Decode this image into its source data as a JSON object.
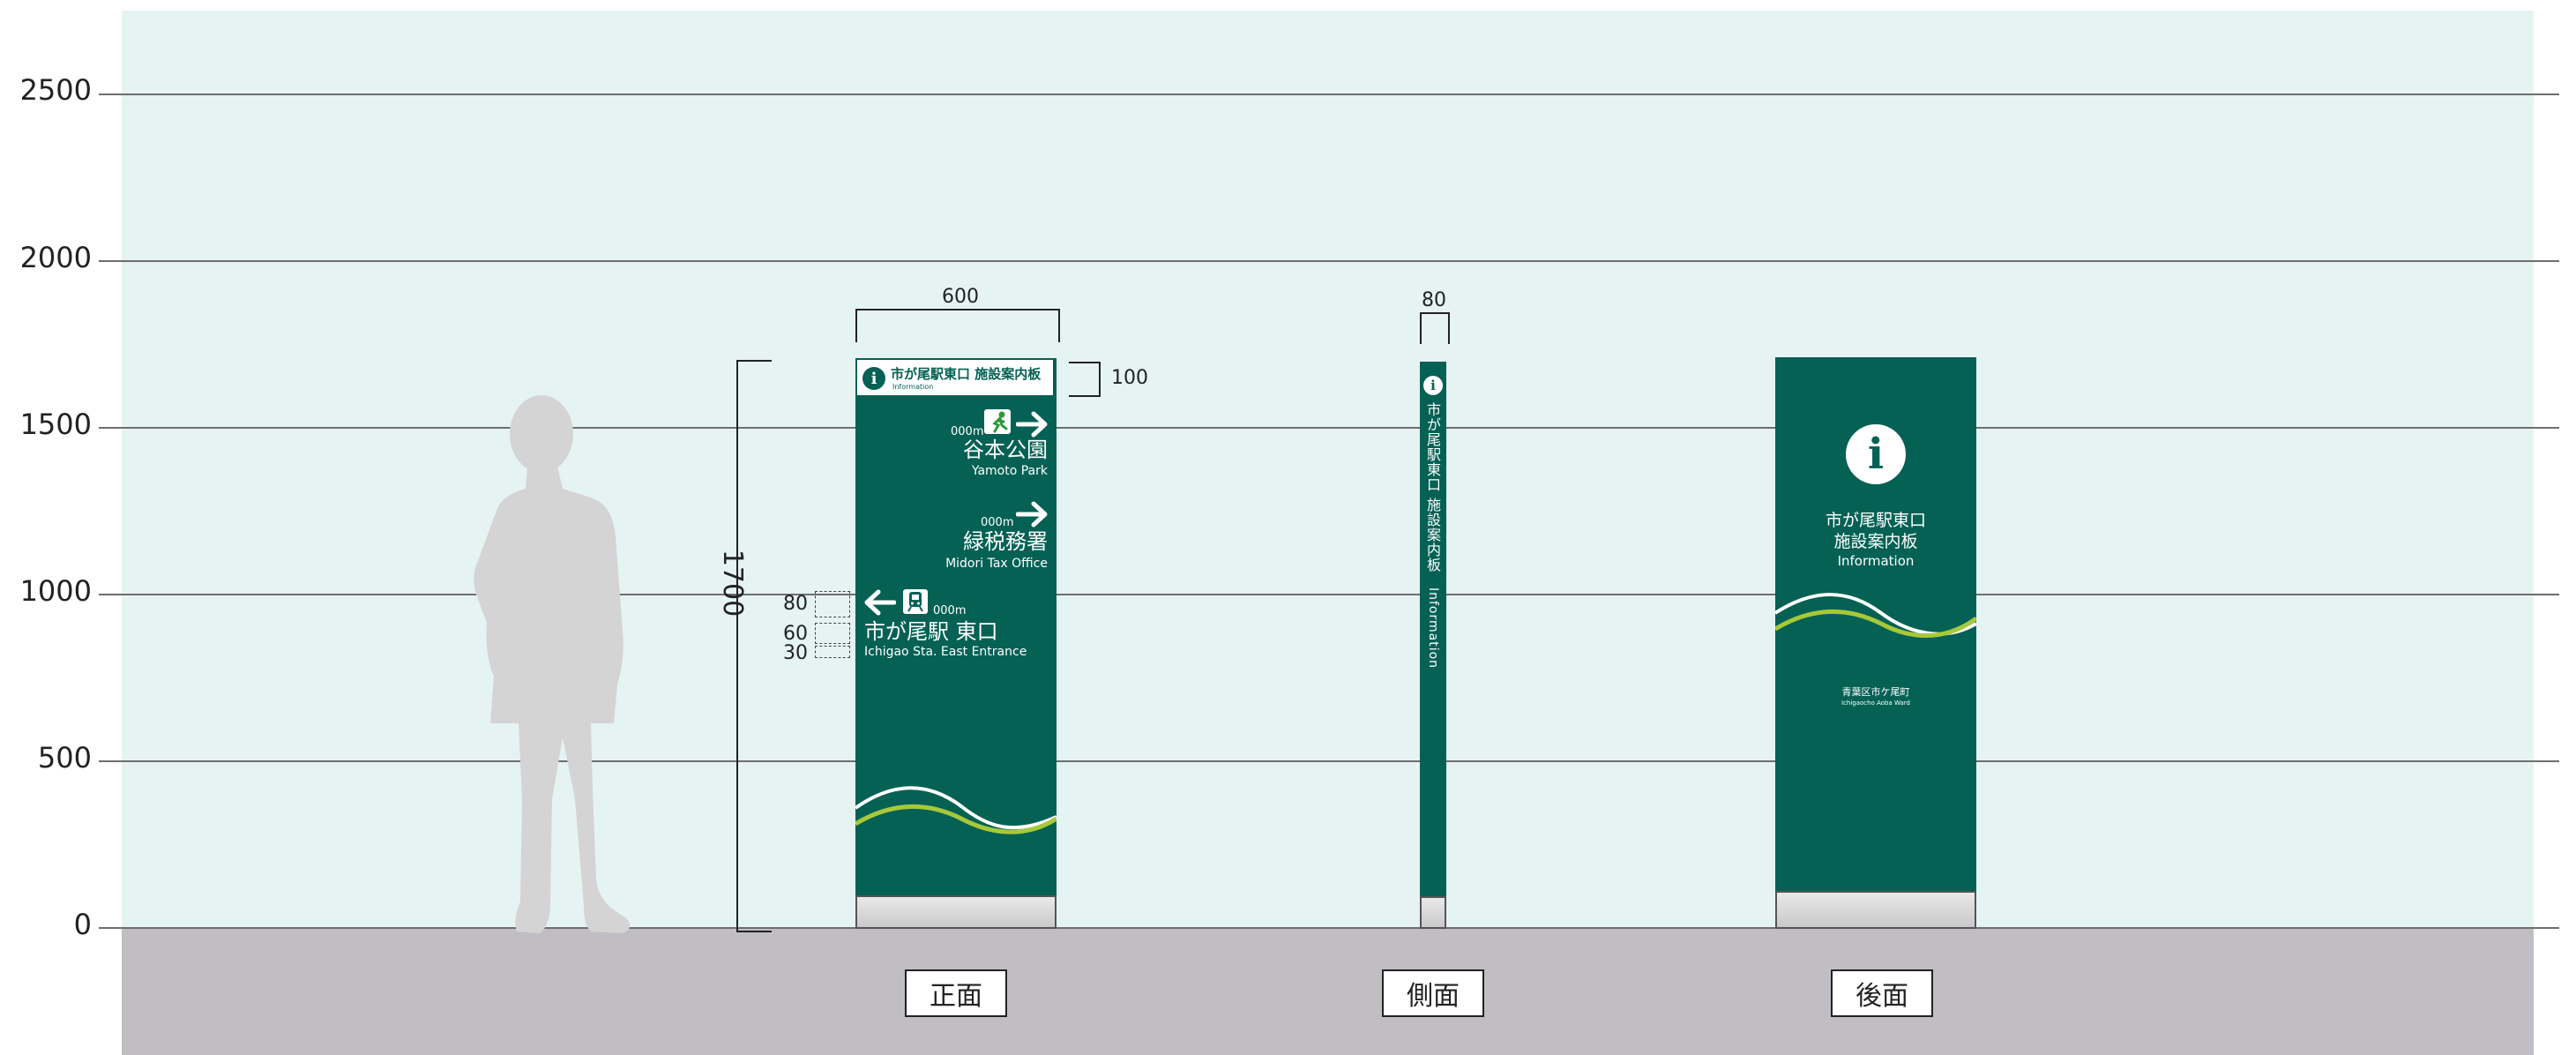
{
  "axis": {
    "ticks": [
      "2500",
      "2000",
      "1500",
      "1000",
      "500",
      "0"
    ]
  },
  "dimensions": {
    "front_width": "600",
    "side_width": "80",
    "header_height": "100",
    "total_height": "1700",
    "row_80": "80",
    "row_60": "60",
    "row_30": "30"
  },
  "front": {
    "header_title": "市が尾駅東口 施設案内板",
    "header_sub": "Information",
    "dest1": {
      "distance": "000m",
      "name_ja": "谷本公園",
      "name_en": "Yamoto Park",
      "pictogram": "park-walker-icon"
    },
    "dest2": {
      "distance": "000m",
      "name_ja": "緑税務署",
      "name_en": "Midori Tax Office"
    },
    "dest3": {
      "distance": "000m",
      "name_ja": "市が尾駅 東口",
      "name_en": "Ichigao Sta. East Entrance",
      "pictogram": "train-icon"
    }
  },
  "side": {
    "title_ja": "市が尾駅東口 施設案内板",
    "title_en": "Information"
  },
  "back": {
    "title_line1": "市が尾駅東口",
    "title_line2": "施設案内板",
    "title_en": "Information",
    "footer_ja": "青葉区市ケ尾町",
    "footer_en": "Ichigaocho Aoba Ward"
  },
  "captions": {
    "front": "正面",
    "side": "側面",
    "back": "後面"
  },
  "colors": {
    "sign_green": "#046154",
    "sky": "#e6f3f3",
    "ground": "#c0bec3",
    "wave_light": "#a8c83a",
    "wave_white": "#ffffff"
  }
}
